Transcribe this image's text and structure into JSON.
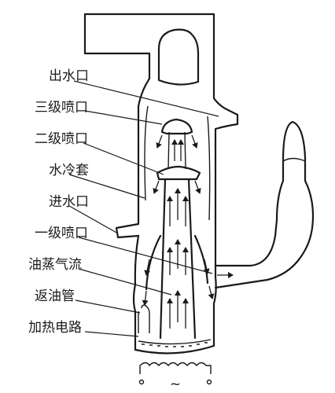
{
  "labels": {
    "water_outlet": "出水口",
    "third_nozzle": "三级喷口",
    "second_nozzle": "二级喷口",
    "water_jacket": "水冷套",
    "water_inlet": "进水口",
    "first_nozzle": "一级喷口",
    "oil_vapor_flow": "油蒸气流",
    "oil_return_pipe": "返油管",
    "heating_circuit": "加热电路"
  },
  "power_symbol": "~",
  "colors": {
    "ink": "#1a1a1a",
    "background": "#ffffff"
  }
}
